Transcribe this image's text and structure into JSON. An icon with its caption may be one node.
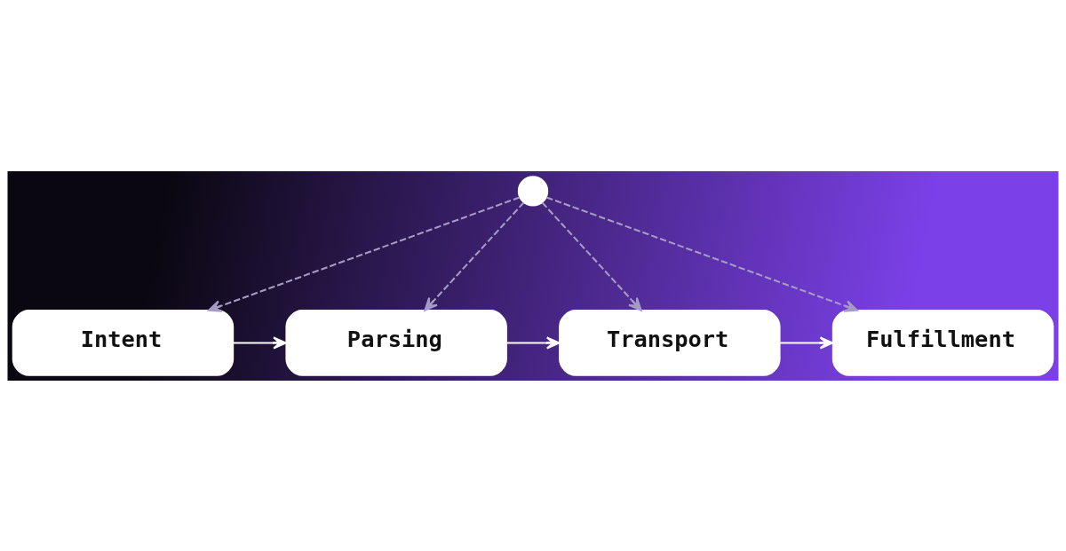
{
  "diagram": {
    "nodes": [
      {
        "text": [],
        "shape": "circle"
      },
      {
        "text": [
          "Intent"
        ]
      },
      {
        "text": [
          "Parsing"
        ]
      },
      {
        "text": [
          "Transport"
        ]
      },
      {
        "text": [
          "Fulfillment"
        ]
      }
    ],
    "edges": [
      {
        "from": 0,
        "to": 1,
        "arrow": "to",
        "style": "dashed"
      },
      {
        "from": 0,
        "to": 2,
        "arrow": "to",
        "style": "dashed"
      },
      {
        "from": 0,
        "to": 3,
        "arrow": "to",
        "style": "dashed"
      },
      {
        "from": 0,
        "to": 4,
        "arrow": "to",
        "style": "dashed"
      },
      {
        "from": 1,
        "to": 2,
        "arrow": "to",
        "color": "#ffffff"
      },
      {
        "from": 2,
        "to": 3,
        "arrow": "to",
        "color": "#ffffff"
      },
      {
        "from": 3,
        "to": 4,
        "arrow": "to",
        "color": "#ffffff"
      }
    ]
  }
}
